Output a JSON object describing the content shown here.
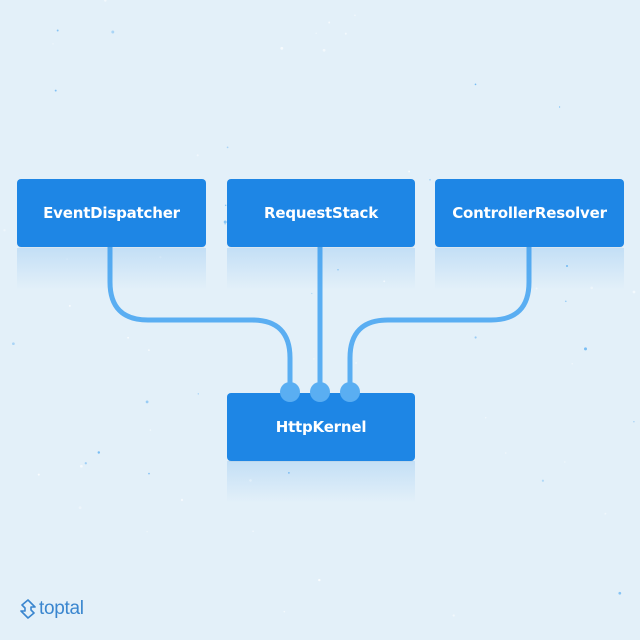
{
  "diagram": {
    "nodes": [
      {
        "id": "event-dispatcher",
        "label": "EventDispatcher"
      },
      {
        "id": "request-stack",
        "label": "RequestStack"
      },
      {
        "id": "controller-resolver",
        "label": "ControllerResolver"
      },
      {
        "id": "http-kernel",
        "label": "HttpKernel"
      }
    ],
    "edges": [
      {
        "from": "event-dispatcher",
        "to": "http-kernel"
      },
      {
        "from": "request-stack",
        "to": "http-kernel"
      },
      {
        "from": "controller-resolver",
        "to": "http-kernel"
      }
    ]
  },
  "brand": {
    "name": "toptal",
    "icon": "toptal-logo-icon"
  },
  "colors": {
    "background": "#e3f0f9",
    "box": "#1e86e5",
    "connector": "#5aaef2",
    "text": "#ffffff"
  }
}
